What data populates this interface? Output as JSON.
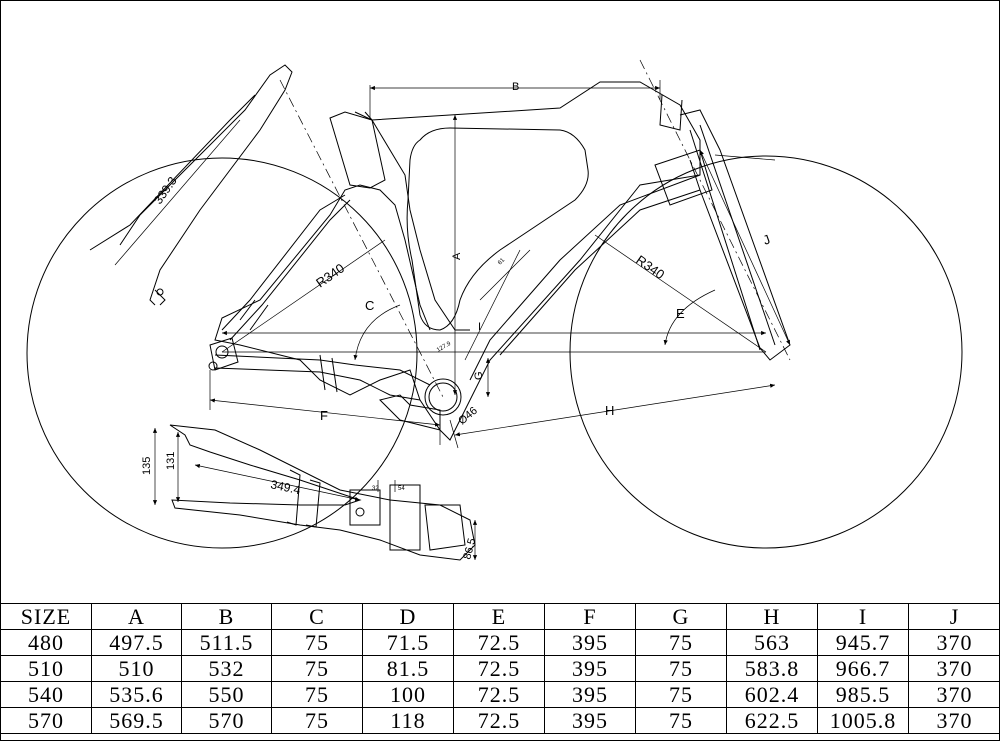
{
  "dimensions": {
    "A": "A",
    "B": "B",
    "C": "C",
    "E": "E",
    "F": "F",
    "G": "G",
    "H": "H",
    "I": "I",
    "J": "J",
    "r_front": "R340",
    "r_rear": "R340",
    "fork_len": "339.3",
    "stem_len": "349.4",
    "d135": "135",
    "d131": "131",
    "d86": "86.5",
    "d46": "Ø46",
    "d1279": "127.9",
    "d32": "32",
    "d54": "54",
    "d61": "61"
  },
  "table": {
    "headers": [
      "SIZE",
      "A",
      "B",
      "C",
      "D",
      "E",
      "F",
      "G",
      "H",
      "I",
      "J"
    ],
    "rows": [
      [
        "480",
        "497.5",
        "511.5",
        "75",
        "71.5",
        "72.5",
        "395",
        "75",
        "563",
        "945.7",
        "370"
      ],
      [
        "510",
        "510",
        "532",
        "75",
        "81.5",
        "72.5",
        "395",
        "75",
        "583.8",
        "966.7",
        "370"
      ],
      [
        "540",
        "535.6",
        "550",
        "75",
        "100",
        "72.5",
        "395",
        "75",
        "602.4",
        "985.5",
        "370"
      ],
      [
        "570",
        "569.5",
        "570",
        "75",
        "118",
        "72.5",
        "395",
        "75",
        "622.5",
        "1005.8",
        "370"
      ]
    ]
  }
}
